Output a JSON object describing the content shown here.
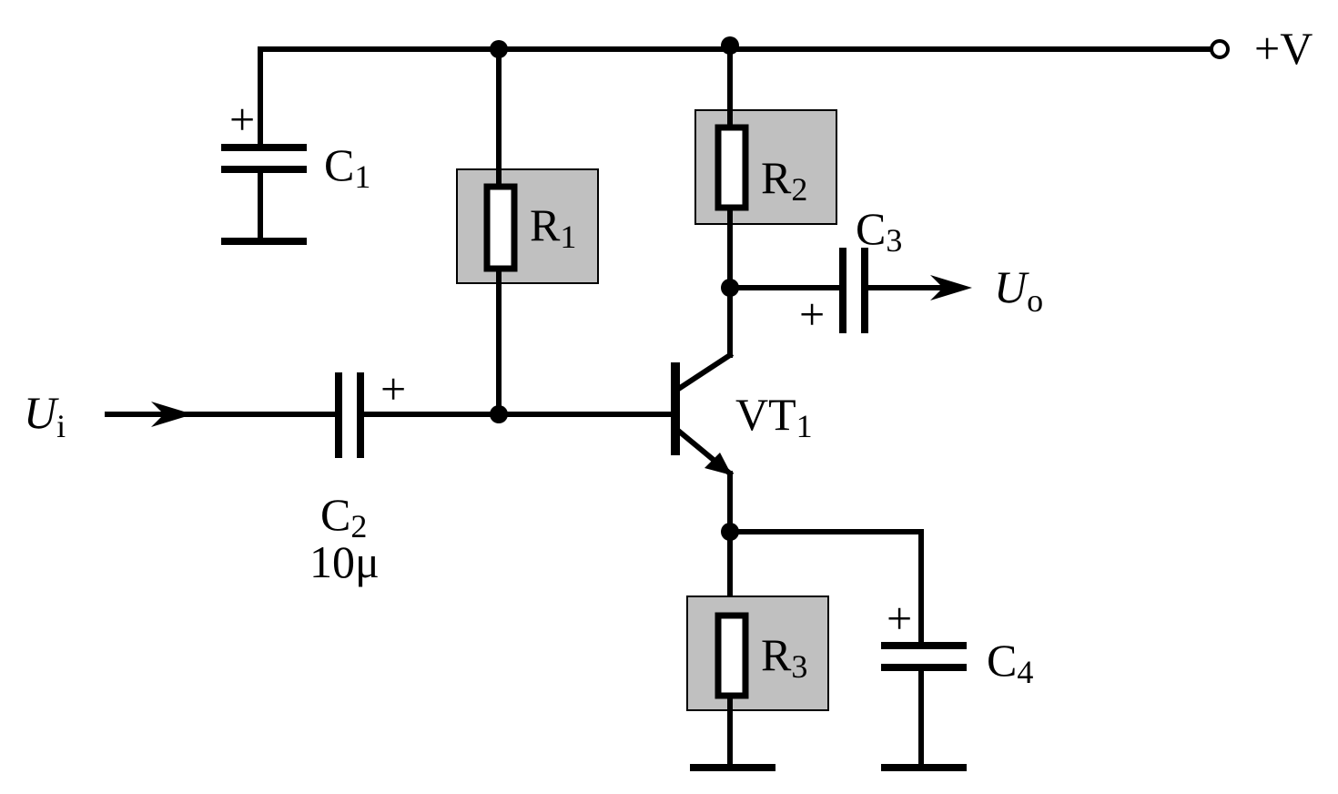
{
  "supply": {
    "label": "+V"
  },
  "input": {
    "symbol": "U",
    "subscript": "i"
  },
  "output": {
    "symbol": "U",
    "subscript": "o"
  },
  "polarity_mark": "+",
  "transistor": {
    "name": "VT",
    "index": "1"
  },
  "resistors": [
    {
      "name": "R",
      "index": "1"
    },
    {
      "name": "R",
      "index": "2"
    },
    {
      "name": "R",
      "index": "3"
    }
  ],
  "capacitors": [
    {
      "name": "C",
      "index": "1"
    },
    {
      "name": "C",
      "index": "2",
      "value": "10μ"
    },
    {
      "name": "C",
      "index": "3"
    },
    {
      "name": "C",
      "index": "4"
    }
  ],
  "colors": {
    "line": "#000000",
    "highlight": "#c0c0c0",
    "background": "#ffffff"
  }
}
